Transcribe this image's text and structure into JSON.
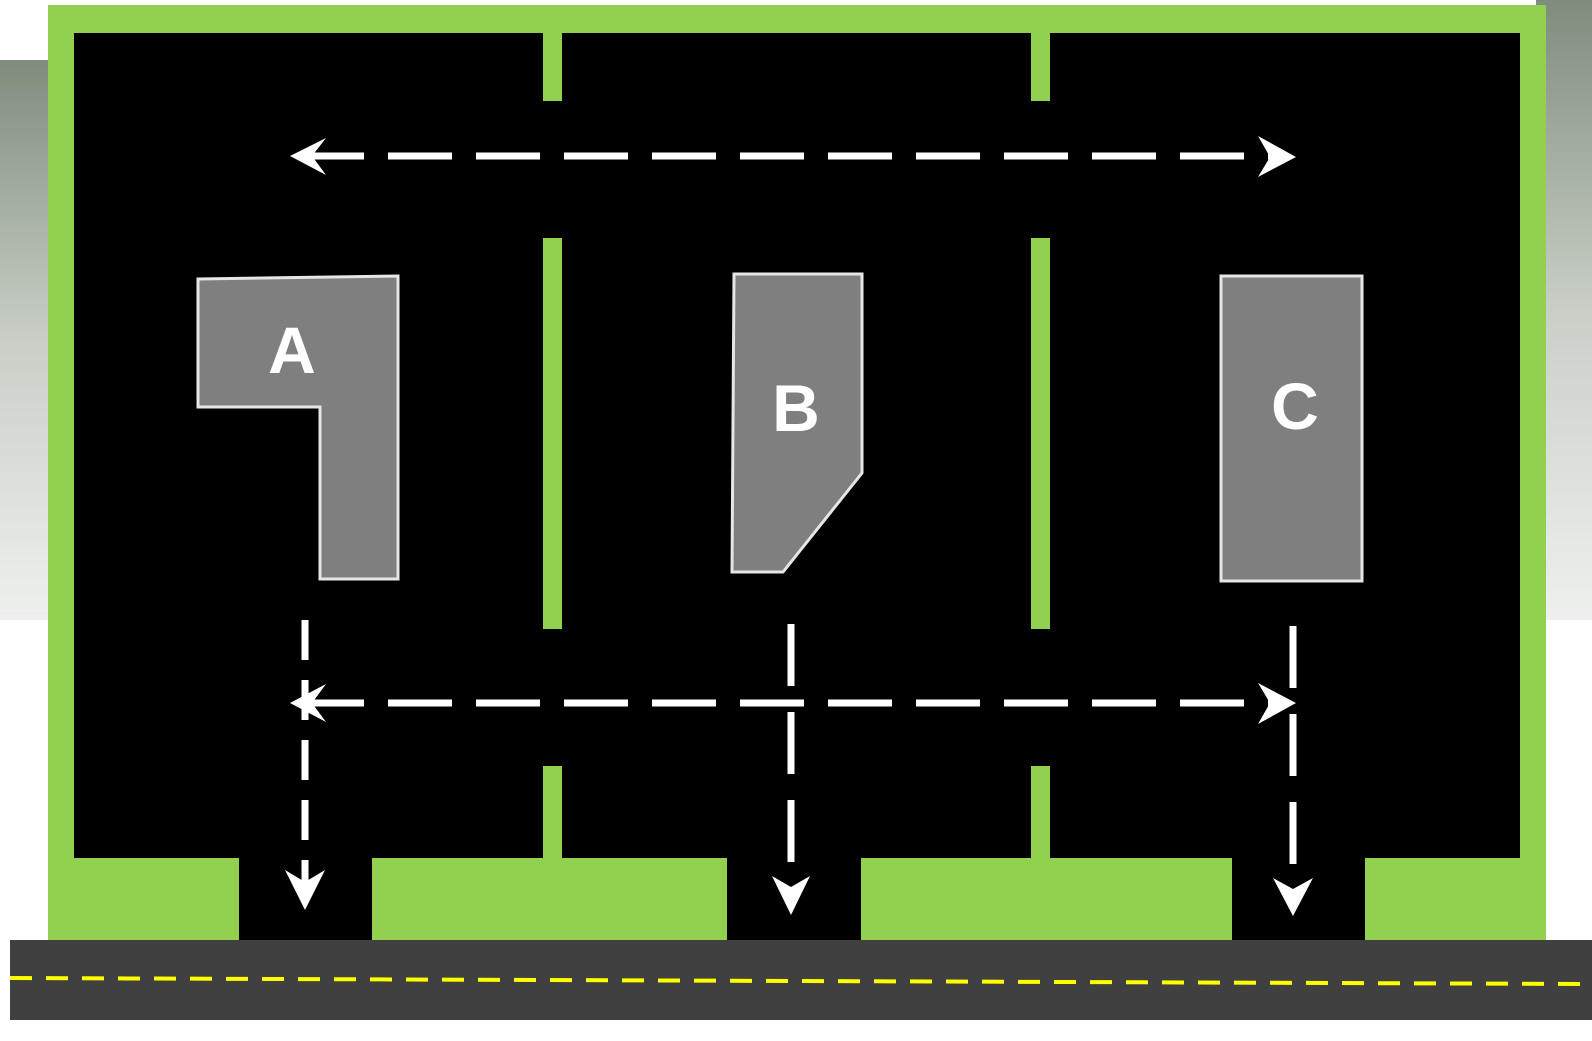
{
  "colors": {
    "lot_border": "#92d050",
    "lot_surface": "#000000",
    "building_fill": "#7f7f7f",
    "building_outline": "#e6e6e6",
    "label_color": "#ffffff",
    "arrow_color": "#ffffff",
    "road_surface": "#404040",
    "road_center_line": "#ffff00",
    "background_haze": "#b9c2b7"
  },
  "buildings": [
    {
      "id": "A",
      "label": "A",
      "shape": "L-shaped"
    },
    {
      "id": "B",
      "label": "B",
      "shape": "trapezoid with angled corner"
    },
    {
      "id": "C",
      "label": "C",
      "shape": "rectangle"
    }
  ],
  "circulation": {
    "horizontal_routes": 2,
    "horizontal_style": "dashed double-headed arrow",
    "exit_routes": 3,
    "exit_style": "dashed arrow down to road"
  },
  "icons": {
    "route_arrow": "double-arrow-icon",
    "exit_arrow": "down-arrow-icon"
  }
}
